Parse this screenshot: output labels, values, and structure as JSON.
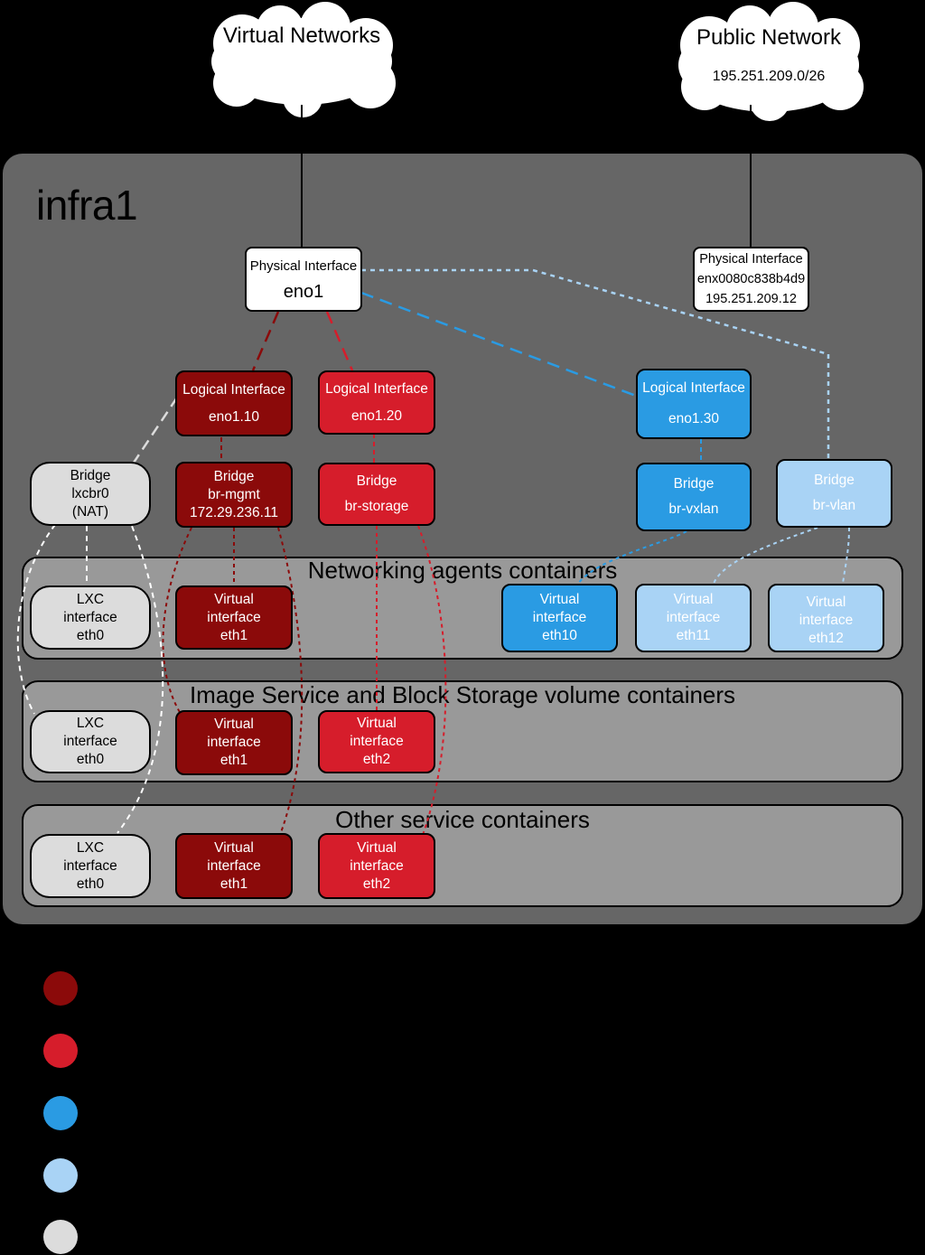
{
  "clouds": {
    "virtual": {
      "title": "Virtual Networks"
    },
    "public": {
      "title": "Public Network",
      "subnet": "195.251.209.0/26"
    }
  },
  "host": {
    "title": "infra1"
  },
  "physical": {
    "eno1": {
      "line1": "Physical Interface",
      "line2": "eno1"
    },
    "enx": {
      "line1": "Physical Interface",
      "line2": "enx0080c838b4d9",
      "line3": "195.251.209.12"
    }
  },
  "logical": {
    "eno110": {
      "line1": "Logical Interface",
      "line2": "eno1.10"
    },
    "eno120": {
      "line1": "Logical Interface",
      "line2": "eno1.20"
    },
    "eno130": {
      "line1": "Logical Interface",
      "line2": "eno1.30"
    }
  },
  "bridges": {
    "lxcbr0": {
      "line1": "Bridge",
      "line2": "lxcbr0",
      "line3": "(NAT)"
    },
    "mgmt": {
      "line1": "Bridge",
      "line2": "br-mgmt",
      "line3": "172.29.236.11"
    },
    "storage": {
      "line1": "Bridge",
      "line2": "br-storage"
    },
    "vxlan": {
      "line1": "Bridge",
      "line2": "br-vxlan"
    },
    "vlan": {
      "line1": "Bridge",
      "line2": "br-vlan"
    }
  },
  "bands": {
    "networking": "Networking agents containers",
    "image": "Image Service and Block Storage volume containers",
    "other": "Other service containers"
  },
  "iface": {
    "lxc": {
      "line1": "LXC",
      "line2": "interface",
      "line3": "eth0"
    },
    "eth1": {
      "line1": "Virtual",
      "line2": "interface",
      "line3": "eth1"
    },
    "eth2": {
      "line1": "Virtual",
      "line2": "interface",
      "line3": "eth2"
    },
    "eth10": {
      "line1": "Virtual",
      "line2": "interface",
      "line3": "eth10"
    },
    "eth11": {
      "line1": "Virtual",
      "line2": "interface",
      "line3": "eth11"
    },
    "eth12": {
      "line1": "Virtual",
      "line2": "interface",
      "line3": "eth12"
    }
  },
  "colors": {
    "dark_red": "#8b0a0a",
    "red": "#d61d2b",
    "blue": "#2a9be3",
    "light_blue": "#a9d3f5",
    "gray": "#dcdcdc",
    "host": "#666666",
    "band": "#999999"
  }
}
